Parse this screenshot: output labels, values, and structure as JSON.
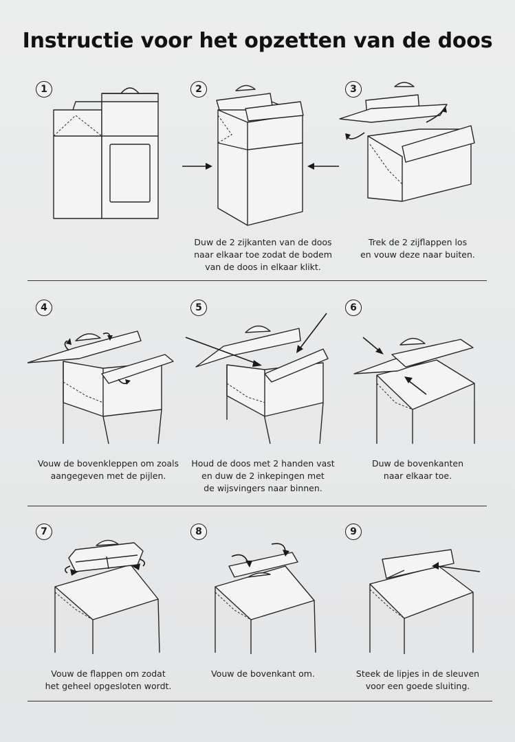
{
  "title": "Instructie voor het opzetten van de doos",
  "steps": [
    {
      "number": "1",
      "caption": []
    },
    {
      "number": "2",
      "caption": [
        "Duw de 2 zijkanten van de doos",
        "naar elkaar toe zodat de bodem",
        "van de doos in elkaar klikt."
      ]
    },
    {
      "number": "3",
      "caption": [
        "Trek de 2 zijflappen los",
        "en vouw deze naar buiten."
      ]
    },
    {
      "number": "4",
      "caption": [
        "Vouw de bovenkleppen om zoals",
        "aangegeven met de pijlen."
      ]
    },
    {
      "number": "5",
      "caption": [
        "Houd de doos met 2 handen vast",
        "en duw de 2 inkepingen met",
        "de wijsvingers naar binnen."
      ]
    },
    {
      "number": "6",
      "caption": [
        "Duw de bovenkanten",
        "naar elkaar toe."
      ]
    },
    {
      "number": "7",
      "caption": [
        "Vouw de flappen om zodat",
        "het geheel opgesloten wordt."
      ]
    },
    {
      "number": "8",
      "caption": [
        "Vouw de bovenkant om."
      ]
    },
    {
      "number": "9",
      "caption": [
        "Steek de lipjes in de sleuven",
        "voor een goede sluiting."
      ]
    }
  ]
}
